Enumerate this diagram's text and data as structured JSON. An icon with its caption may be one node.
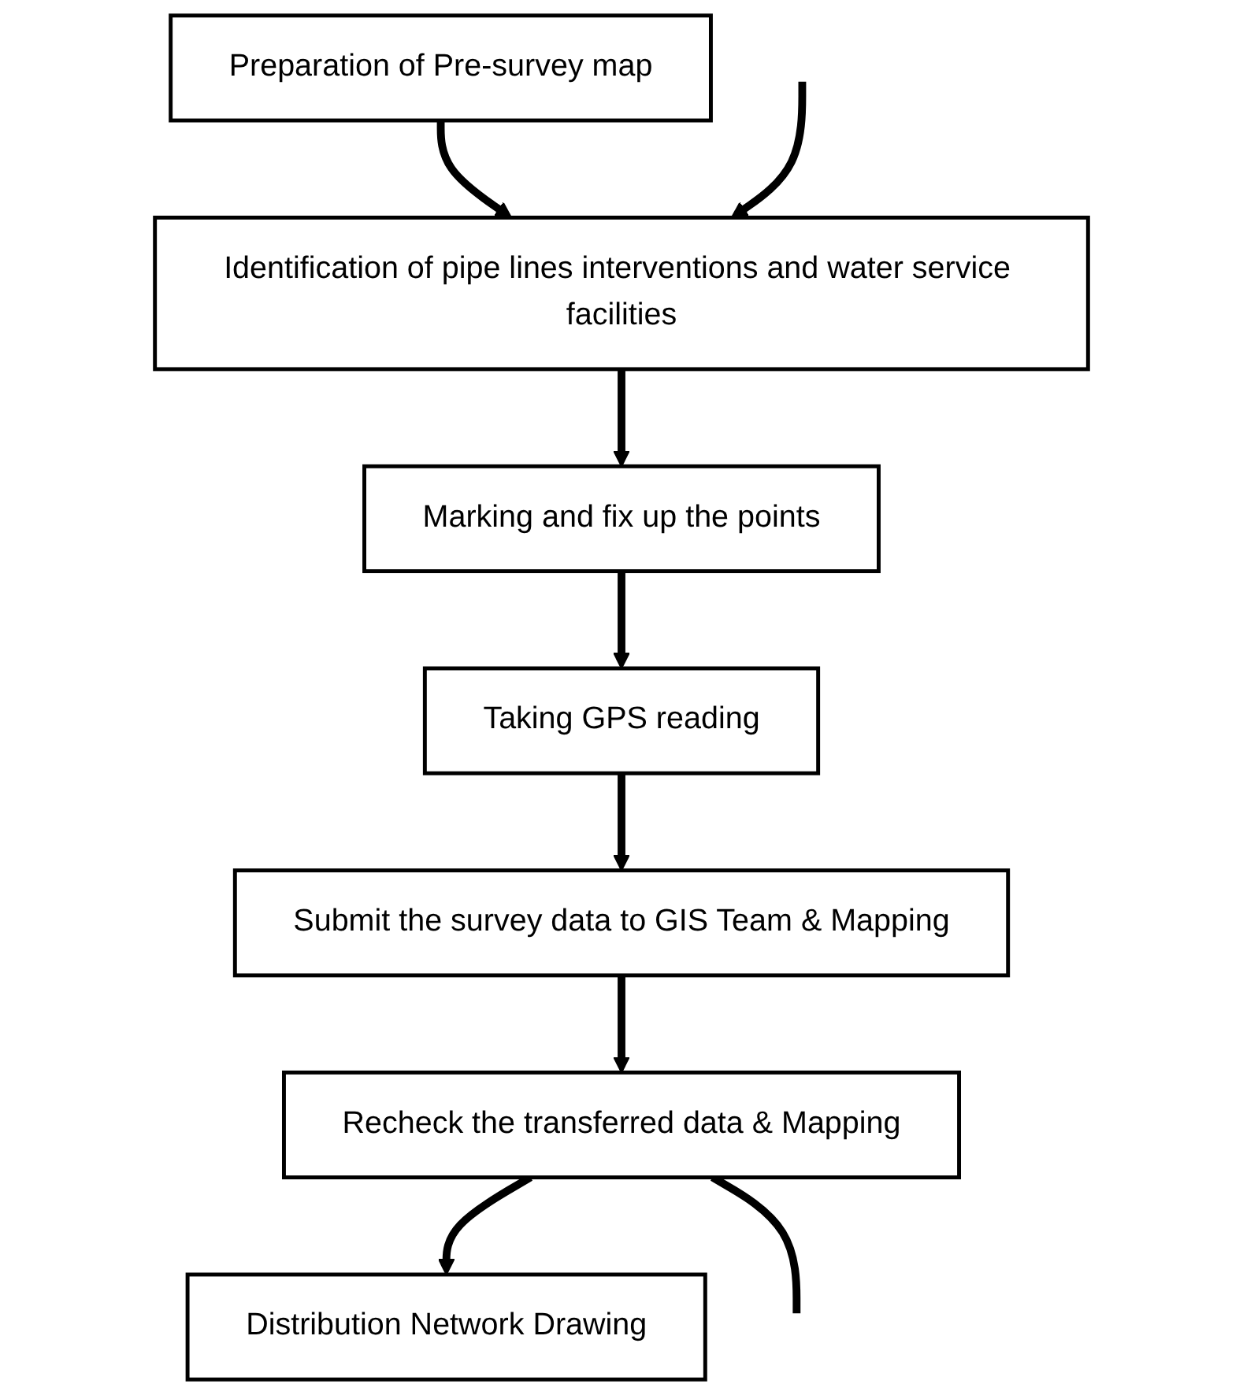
{
  "diagram": {
    "nodes": [
      {
        "text": [
          "Preparation of Pre-survey map"
        ]
      },
      {
        "text": [
          "Identification of pipe lines interventions and water service facilities"
        ]
      },
      {
        "text": [
          "Marking and fix up the points"
        ]
      },
      {
        "text": [
          "Taking GPS reading"
        ]
      },
      {
        "text": [
          "Submit the survey data to GIS Team & Mapping"
        ]
      },
      {
        "text": [
          "Recheck the transferred data & Mapping"
        ]
      },
      {
        "text": [
          "Distribution Network  Drawing"
        ]
      }
    ],
    "edges": [
      {
        "from": 0,
        "to": 1,
        "arrow": "to"
      },
      {
        "from": 1,
        "to": 2,
        "arrow": "to"
      },
      {
        "from": 2,
        "to": 3,
        "arrow": "to"
      },
      {
        "from": 3,
        "to": 4,
        "arrow": "to"
      },
      {
        "from": 4,
        "to": 5,
        "arrow": "to"
      },
      {
        "from": 5,
        "to": 6,
        "arrow": "to"
      },
      {
        "from": null,
        "to": 1,
        "arrow": "to"
      },
      {
        "from": 5,
        "to": null,
        "arrow": "none"
      }
    ]
  }
}
